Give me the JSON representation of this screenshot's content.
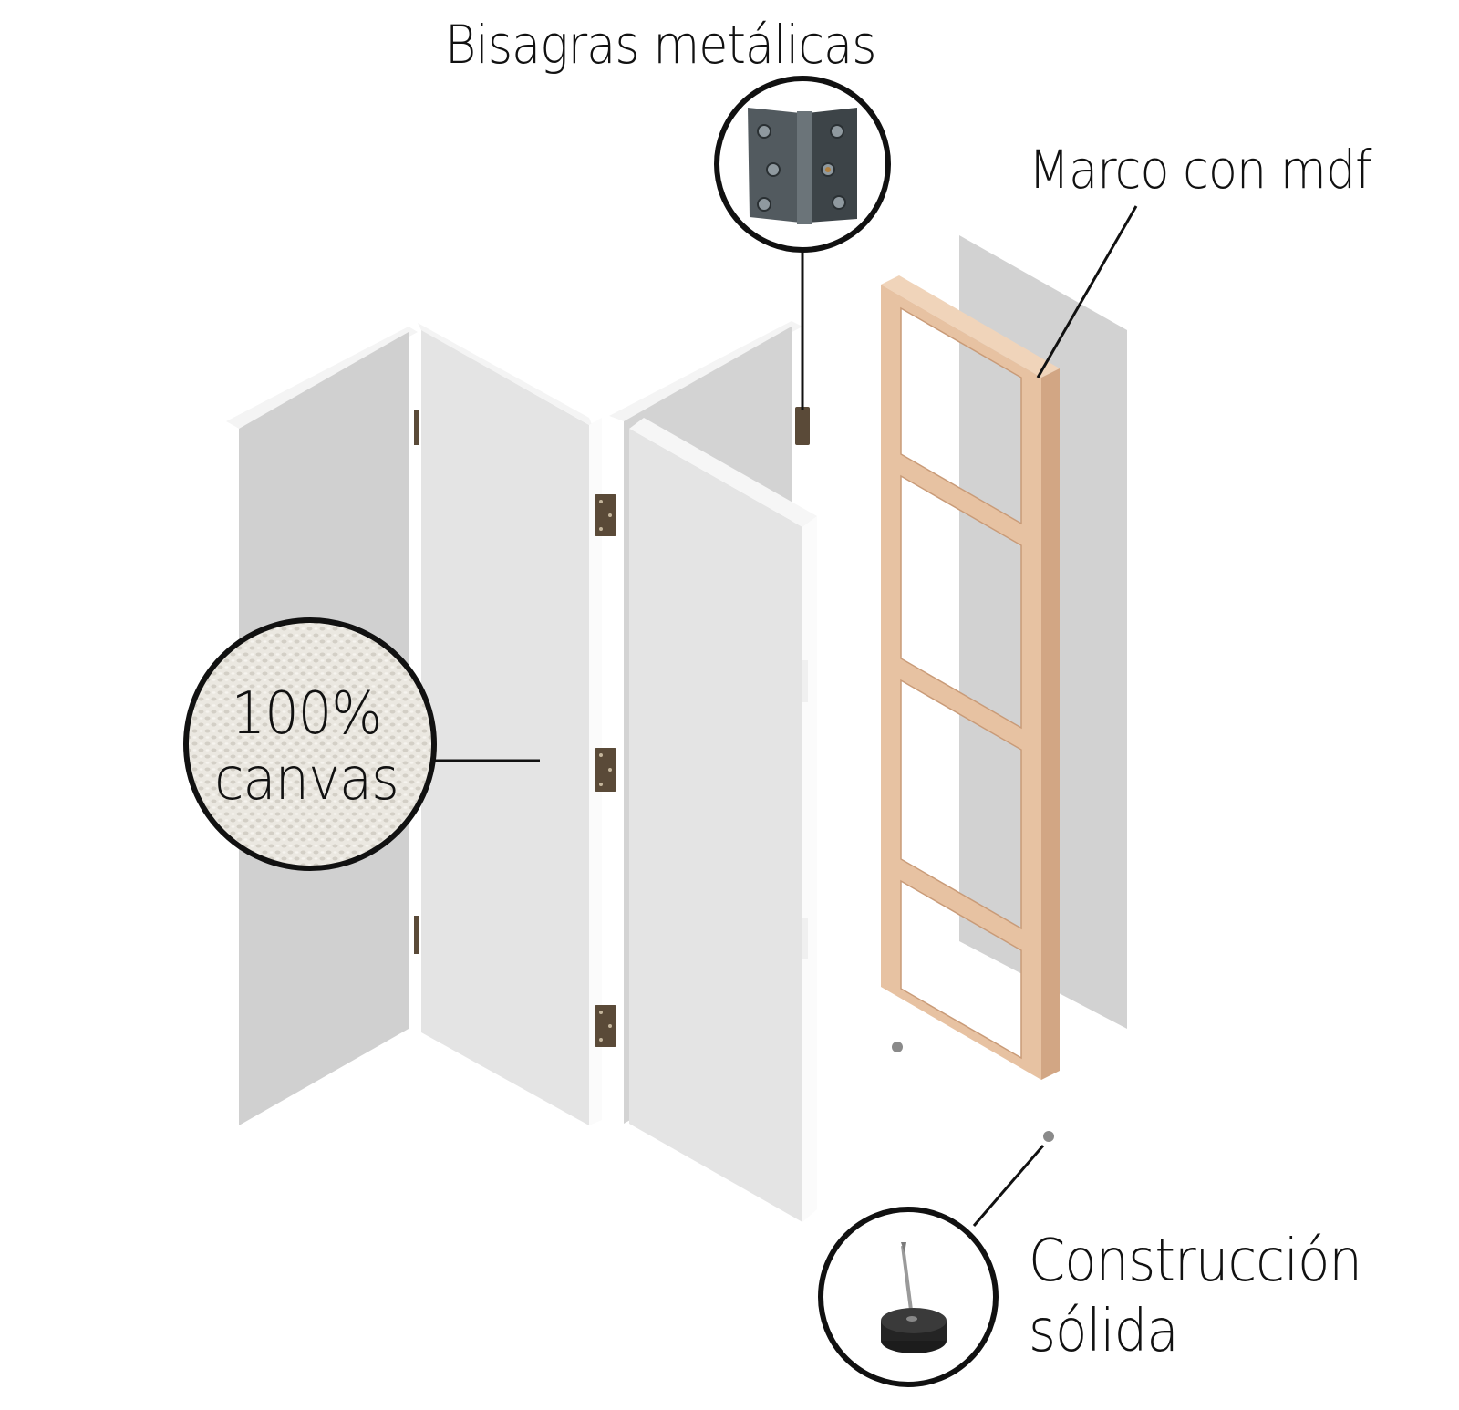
{
  "labels": {
    "hinges": "Bisagras metálicas",
    "frame": "Marco con mdf",
    "canvas_line1": "100%",
    "canvas_line2": "canvas",
    "solid_line1": "Construcción",
    "solid_line2": "sólida"
  },
  "colors": {
    "panel_face": "#e4e4e4",
    "panel_shadow": "#d0d0d0",
    "panel_edge": "#ffffff",
    "back_board": "#d2d2d2",
    "frame_wood": "#e7c2a2",
    "frame_wood_dark": "#d2a684",
    "hinge": "#5a4a38",
    "callout_line": "#111111",
    "canvas_texture": "#e9e6df"
  },
  "icons": [
    "hinge-icon",
    "canvas-texture-icon",
    "foot-glide-icon"
  ]
}
